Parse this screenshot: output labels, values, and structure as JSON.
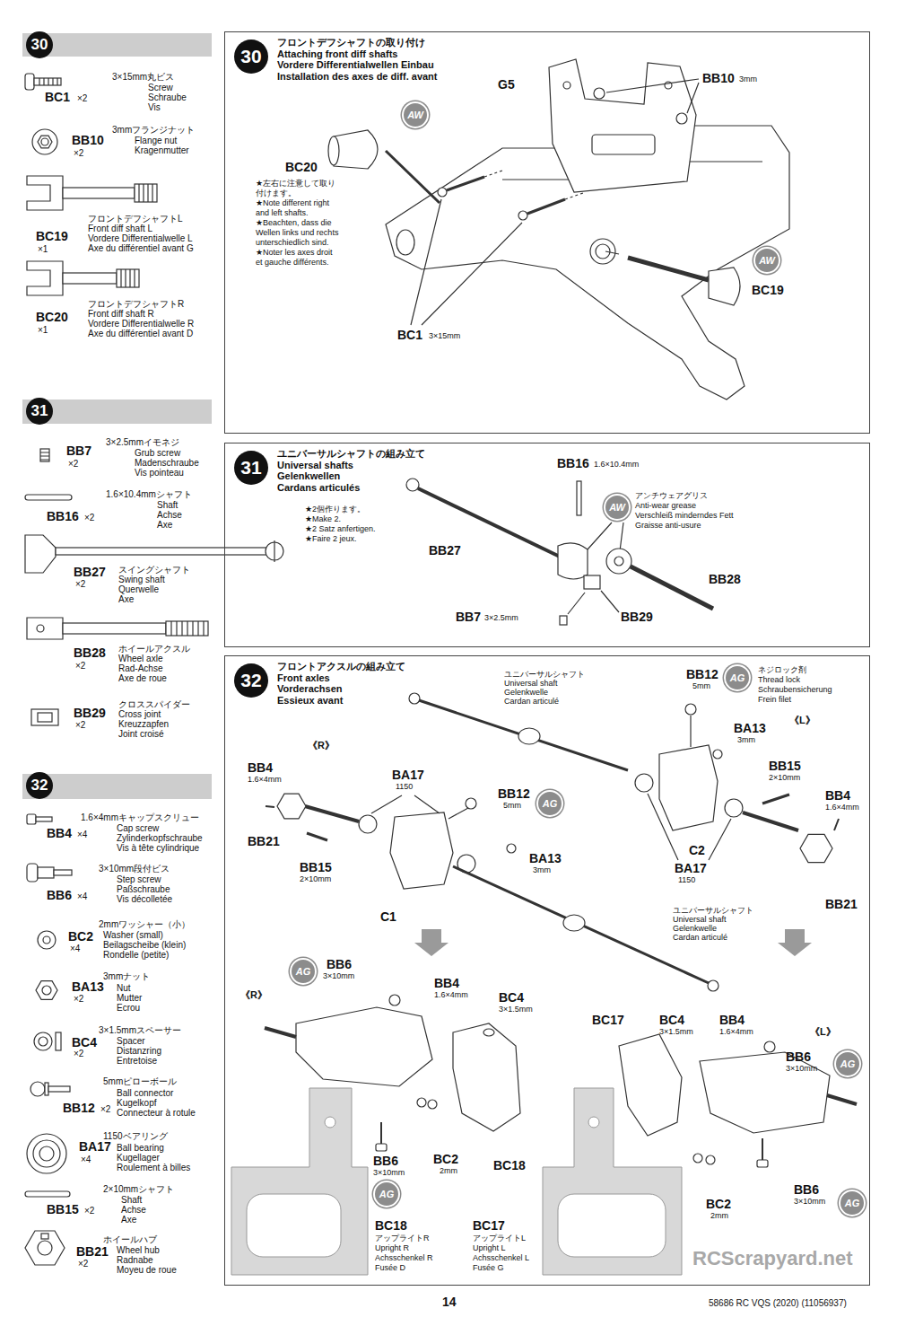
{
  "diagram": {
    "nodes": [
      {
        "text": [
          "30"
        ]
      },
      {
        "text": [
          "30",
          "フロントデフシャフトの取り付け",
          "Attaching front diff shafts",
          "Vordere Differentialwellen Einbau",
          "Installation des axes de diff. avant"
        ]
      },
      {
        "text": [
          "AW"
        ],
        "in": 1
      },
      {
        "text": [
          "AW"
        ],
        "in": 1
      },
      {
        "text": [
          "31"
        ]
      },
      {
        "text": [
          "31",
          "ユニバーサルシャフトの組み立て",
          "Universal shafts",
          "Gelenkwellen",
          "Cardans articulés"
        ]
      },
      {
        "text": [
          "AW"
        ],
        "in": 5
      },
      {
        "text": [
          "32"
        ]
      },
      {
        "text": [
          "32",
          "フロントアクスルの組み立て",
          "Front axles",
          "Vorderachsen",
          "Essieux avant"
        ]
      },
      {
        "text": [
          "AG"
        ],
        "in": 8
      },
      {
        "text": [
          "AG"
        ],
        "in": 8
      },
      {
        "text": [
          "AG"
        ],
        "in": 8
      },
      {
        "text": [
          "AG"
        ],
        "in": 8
      },
      {
        "text": [
          "AG"
        ],
        "in": 8
      },
      {
        "text": [
          "AG"
        ],
        "in": 8
      }
    ],
    "labels": [
      "BC1",
      "×2",
      "3×15mm丸ビス",
      "Screw",
      "Schraube",
      "Vis",
      "BB10",
      "×2",
      "3mmフランジナット",
      "Flange nut",
      "Kragenmutter",
      "BC19",
      "×1",
      "フロントデフシャフトL",
      "Front diff shaft L",
      "Vordere Differentialwelle L",
      "Axe du différentiel avant G",
      "BC20",
      "×1",
      "フロントデフシャフトR",
      "Front diff shaft R",
      "Vordere Differentialwelle R",
      "Axe du différentiel avant D",
      "BB7",
      "×2",
      "3×2.5mmイモネジ",
      "Grub screw",
      "Madenschraube",
      "Vis pointeau",
      "BB16",
      "×2",
      "1.6×10.4mmシャフト",
      "Shaft",
      "Achse",
      "Axe",
      "BB27",
      "×2",
      "スイングシャフト",
      "Swing shaft",
      "Querwelle",
      "Axe",
      "BB28",
      "×2",
      "ホイールアクスル",
      "Wheel axle",
      "Rad-Achse",
      "Axe de roue",
      "BB29",
      "×2",
      "クロススパイダー",
      "Cross joint",
      "Kreuzzapfen",
      "Joint croisé",
      "BB4",
      "×4",
      "1.6×4mmキャップスクリュー",
      "Cap screw",
      "Zylinderkopfschraube",
      "Vis à tête cylindrique",
      "BB6",
      "×4",
      "3×10mm段付ビス",
      "Step screw",
      "Paßschraube",
      "Vis décolletée",
      "BC2",
      "×4",
      "2mmワッシャー（小）",
      "Washer (small)",
      "Beilagscheibe (klein)",
      "Rondelle (petite)",
      "BA13",
      "×2",
      "3mmナット",
      "Nut",
      "Mutter",
      "Ecrou",
      "BC4",
      "×2",
      "3×1.5mmスペーサー",
      "Spacer",
      "Distanzring",
      "Entretoise",
      "BB12",
      "×2",
      "5mmピローボール",
      "Ball connector",
      "Kugelkopf",
      "Connecteur à rotule",
      "BA17",
      "×4",
      "1150ベアリング",
      "Ball bearing",
      "Kugellager",
      "Roulement à billes",
      "BB15",
      "×2",
      "2×10mmシャフト",
      "Shaft",
      "Achse",
      "Axe",
      "BB21",
      "×2",
      "ホイールハブ",
      "Wheel hub",
      "Radnabe",
      "Moyeu de roue",
      "G5",
      "BB10",
      "3mm",
      "BC20",
      "★左右に注意して取り",
      "付けます。",
      "★Note different right",
      "and left shafts.",
      "★Beachten, dass die",
      "Wellen links und rechts",
      "unterschiedlich sind.",
      "★Noter les axes droit",
      "et gauche différents.",
      "BC19",
      "BC1",
      "3×15mm",
      "BB16",
      "1.6×10.4mm",
      "★2個作ります。",
      "★Make 2.",
      "★2 Satz anfertigen.",
      "★Faire 2 jeux.",
      "アンチウェアグリス",
      "Anti-wear grease",
      "Verschleiß minderndes Fett",
      "Graisse anti-usure",
      "BB27",
      "BB28",
      "BB7",
      "3×2.5mm",
      "BB29",
      "ユニバーサルシャフト",
      "Universal shaft",
      "Gelenkwelle",
      "Cardan articulé",
      "BB12",
      "5mm",
      "ネジロック剤",
      "Thread lock",
      "Schraubensicherung",
      "Frein filet",
      "BA13",
      "3mm",
      "《L》",
      "《R》",
      "BB4",
      "1.6×4mm",
      "BA17",
      "1150",
      "BB12",
      "5mm",
      "BB15",
      "2×10mm",
      "BB4",
      "1.6×4mm",
      "BB21",
      "BA13",
      "3mm",
      "BB15",
      "2×10mm",
      "C2",
      "BA17",
      "1150",
      "C1",
      "BB21",
      "ユニバーサルシャフト",
      "Universal shaft",
      "Gelenkwelle",
      "Cardan articulé",
      "《R》",
      "BB6",
      "3×10mm",
      "BB4",
      "1.6×4mm",
      "BC4",
      "3×1.5mm",
      "BC17",
      "BC4",
      "3×1.5mm",
      "BB4",
      "1.6×4mm",
      "《L》",
      "BB6",
      "3×10mm",
      "BB6",
      "3×10mm",
      "BC2",
      "2mm",
      "BC18",
      "BC18",
      "アップライトR",
      "Upright R",
      "Achsschenkel R",
      "Fusée D",
      "BC17",
      "アップライトL",
      "Upright L",
      "Achsschenkel L",
      "Fusée G",
      "BC2",
      "2mm",
      "BB6",
      "3×10mm",
      "RCScrapyard.net",
      "14",
      "58686 RC VQS (2020) (11056937)"
    ]
  }
}
